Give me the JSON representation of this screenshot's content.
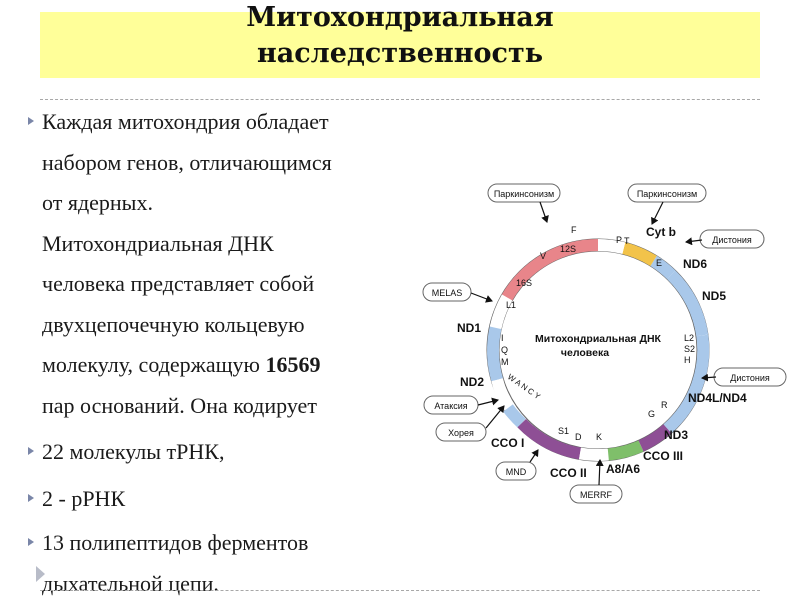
{
  "slide": {
    "title_line1": "Митохондриальная",
    "title_line2": "наследственность",
    "bullets": [
      {
        "lines": [
          "Каждая митохондрия обладает",
          "набором генов, отличающимся",
          "от ядерных.",
          "Митохондриальная ДНК",
          "человека представляет собой",
          "двухцепочечную кольцевую"
        ],
        "last_prefix": "молекулу, содержащую ",
        "last_bold": "16569",
        "tail": "пар оснований. Она кодирует"
      },
      {
        "text": "22 молекулы тРНК,"
      },
      {
        "text": "2 - рРНК"
      },
      {
        "text": "13 полипептидов ферментов",
        "text2": "дыхательной цепи."
      }
    ]
  },
  "diagram": {
    "center_line1": "Митохондриальная ДНК",
    "center_line2": "человека",
    "colors": {
      "rrna": "#e8858a",
      "nd_blue": "#a9c8ea",
      "cytb": "#f2c34a",
      "co_purple": "#8e4f95",
      "atp_green": "#7fbf6a",
      "white_seg": "#ffffff",
      "outline": "#555555"
    },
    "genes": {
      "cytb": "Cyt b",
      "nd6": "ND6",
      "nd5": "ND5",
      "nd4l_nd4": "ND4L/ND4",
      "nd3": "ND3",
      "co3": "CCO III",
      "a8a6": "A8/A6",
      "co2": "CCO II",
      "co1": "CCO I",
      "nd2": "ND2",
      "nd1": "ND1"
    },
    "trna": {
      "f": "F",
      "p": "P",
      "t": "T",
      "s12": "12S",
      "v": "V",
      "s16": "16S",
      "l1": "L1",
      "e": "E",
      "i": "I",
      "q": "Q",
      "m": "M",
      "wancy": "W A N C Y",
      "l2": "L2",
      "s2": "S2",
      "h": "H",
      "r": "R",
      "g": "G",
      "s1": "S1",
      "d": "D",
      "k": "K"
    },
    "diseases": {
      "park1": "Паркинсонизм",
      "park2": "Паркинсонизм",
      "dyst1": "Дистония",
      "dyst2": "Дистония",
      "melas": "MELAS",
      "ataxia": "Атаксия",
      "chorea": "Хорея",
      "mnd": "MND",
      "merrf": "MERRF"
    }
  }
}
